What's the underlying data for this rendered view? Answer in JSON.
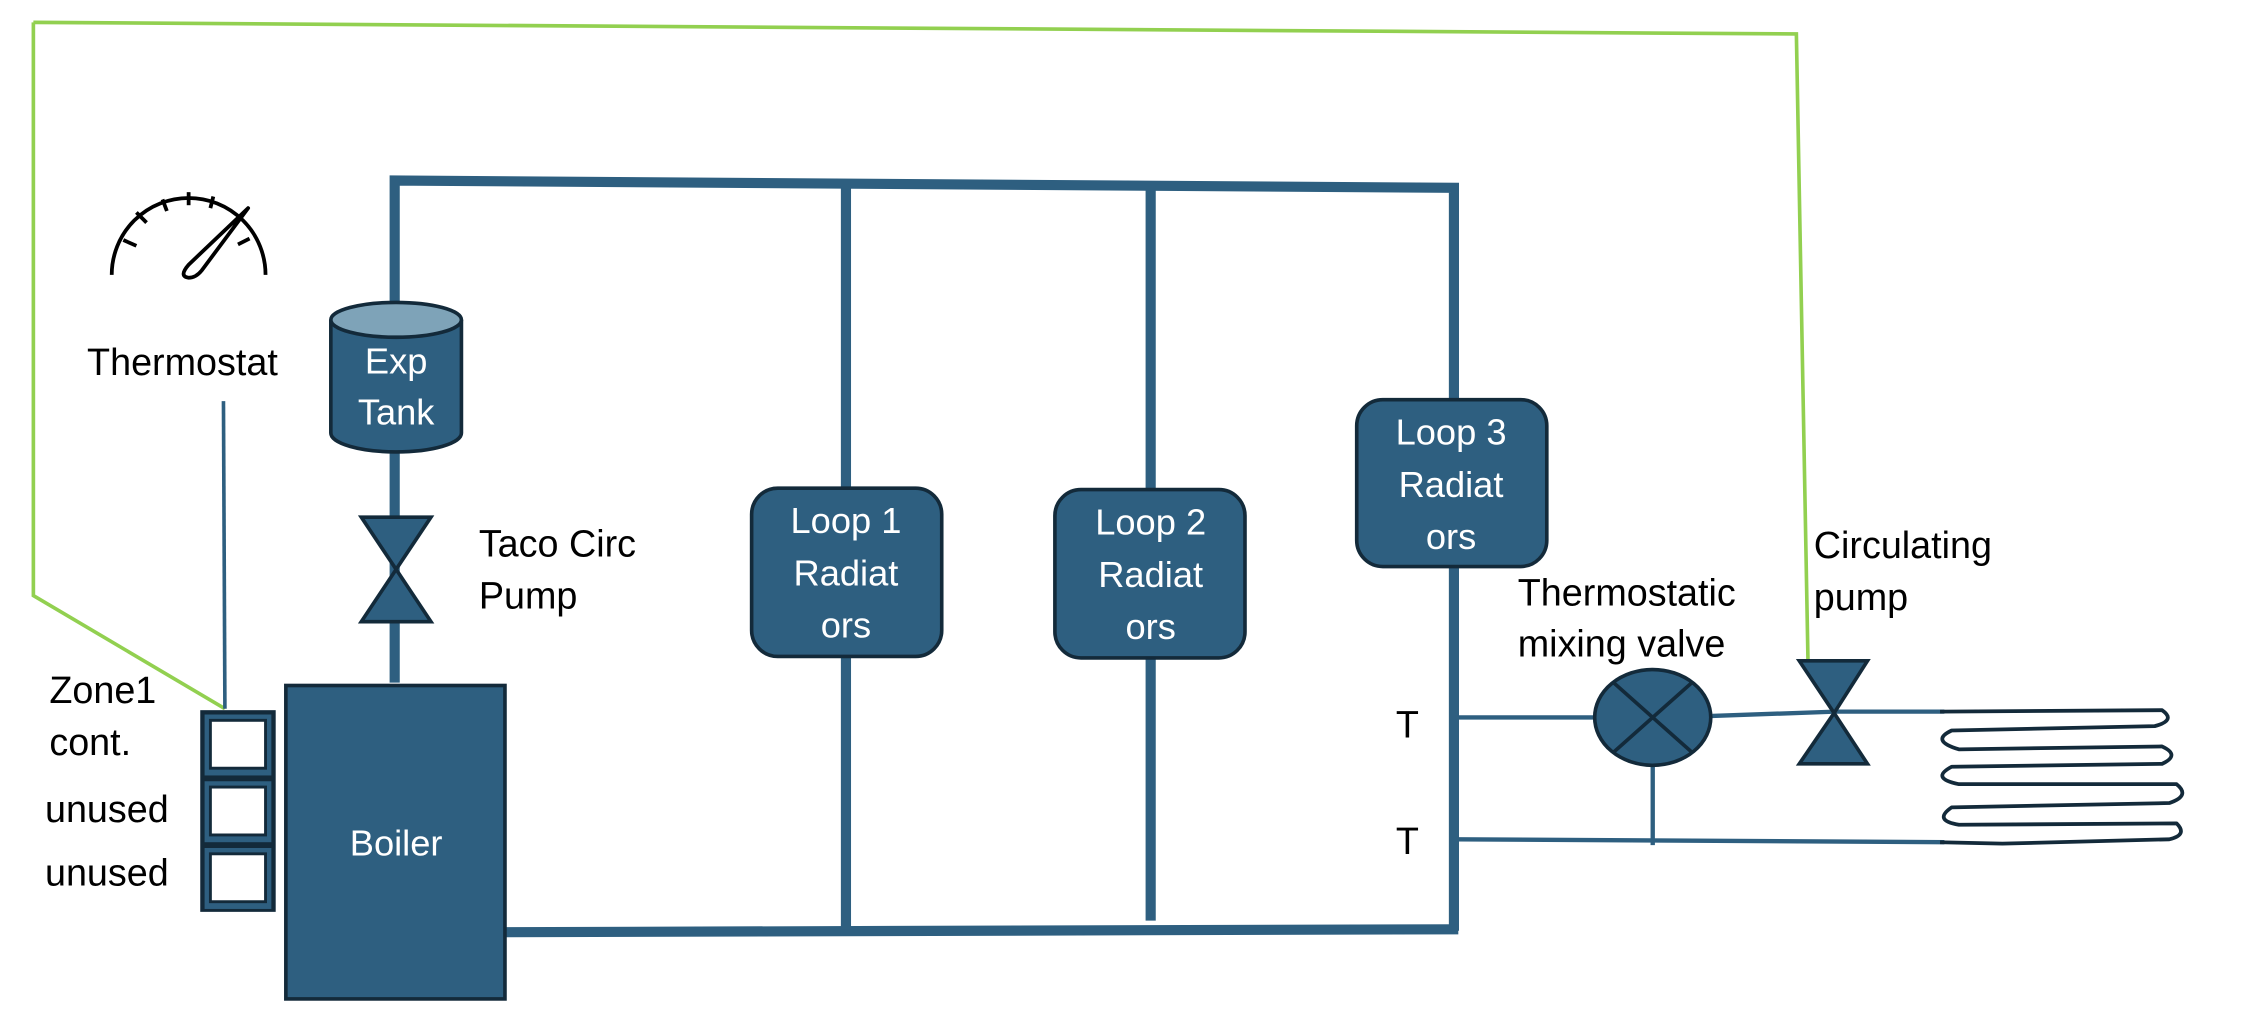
{
  "diagram": {
    "title": "Hydronic heating system diagram",
    "colors": {
      "pipe": "#2e5f80",
      "component_fill": "#2e5f80",
      "component_outline": "#132a3a",
      "tank_top": "#7ea3b8",
      "control_wire": "#92d050",
      "text": "#000000",
      "component_text": "#ffffff"
    },
    "thermostat": {
      "label": "Thermostat",
      "icon": "gauge-icon"
    },
    "expansion_tank": {
      "line1": "Exp",
      "line2": "Tank"
    },
    "taco_pump": {
      "line1": "Taco Circ",
      "line2": "Pump"
    },
    "zone_controls": [
      {
        "label_line1": "Zone1",
        "label_line2": "cont."
      },
      {
        "label_line1": "unused"
      },
      {
        "label_line1": "unused"
      }
    ],
    "boiler": {
      "label": "Boiler"
    },
    "loops": [
      {
        "line1": "Loop 1",
        "line2": "Radiat",
        "line3": "ors"
      },
      {
        "line1": "Loop 2",
        "line2": "Radiat",
        "line3": "ors"
      },
      {
        "line1": "Loop 3",
        "line2": "Radiat",
        "line3": "ors"
      }
    ],
    "tee_labels": [
      "T",
      "T"
    ],
    "mixing_valve": {
      "line1": "Thermostatic",
      "line2": "mixing valve"
    },
    "circulating_pump": {
      "line1": "Circulating",
      "line2": "pump"
    },
    "radiant_coil": {
      "name": "radiant-floor-coil"
    }
  }
}
